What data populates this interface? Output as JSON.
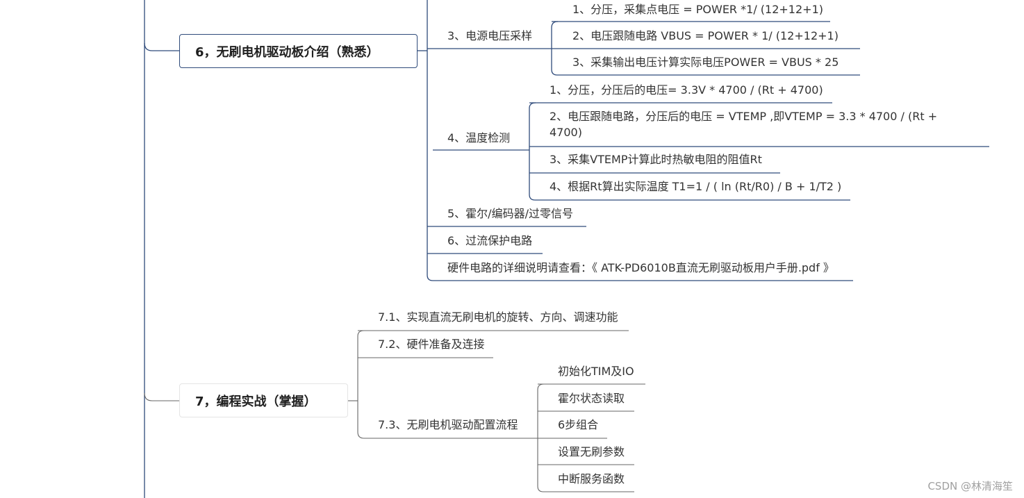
{
  "section6": {
    "title": "6，无刷电机驱动板介绍（熟悉）",
    "voltage": {
      "label": "3、电源电压采样",
      "items": [
        "1、分压，采集点电压 = POWER *1/  (12+12+1)",
        "2、电压跟随电路  VBUS = POWER * 1/  (12+12+1)",
        "3、采集输出电压计算实际电压POWER = VBUS * 25"
      ]
    },
    "temperature": {
      "label": "4、温度检测",
      "items": [
        "1、分压，分压后的电压= 3.3V  * 4700 / (Rt + 4700)",
        "2、电压跟随电路，分压后的电压 = VTEMP ,即VTEMP  = 3.3 * 4700 /  (Rt +",
        "4700)",
        "3、采集VTEMP计算此时热敏电阻的阻值Rt",
        "4、根据Rt算出实际温度 T1=1 / (  ln (Rt/R0) / B + 1/T2 )"
      ]
    },
    "others": [
      "5、霍尔/编码器/过零信号",
      "6、过流保护电路",
      "硬件电路的详细说明请查看：《 ATK-PD6010B直流无刷驱动板用户手册.pdf 》"
    ]
  },
  "section7": {
    "title": "7，编程实战（掌握）",
    "items": [
      "7.1、实现直流无刷电机的旋转、方向、调速功能",
      "7.2、硬件准备及连接",
      "7.3、无刷电机驱动配置流程"
    ],
    "flow_steps": [
      "初始化TIM及IO",
      "霍尔状态读取",
      "6步组合",
      "设置无刷参数",
      "中断服务函数"
    ]
  },
  "watermark": "CSDN @林清海笙",
  "colors": {
    "line": "#2e4a7a",
    "line_light": "#666666",
    "text": "#333333"
  }
}
